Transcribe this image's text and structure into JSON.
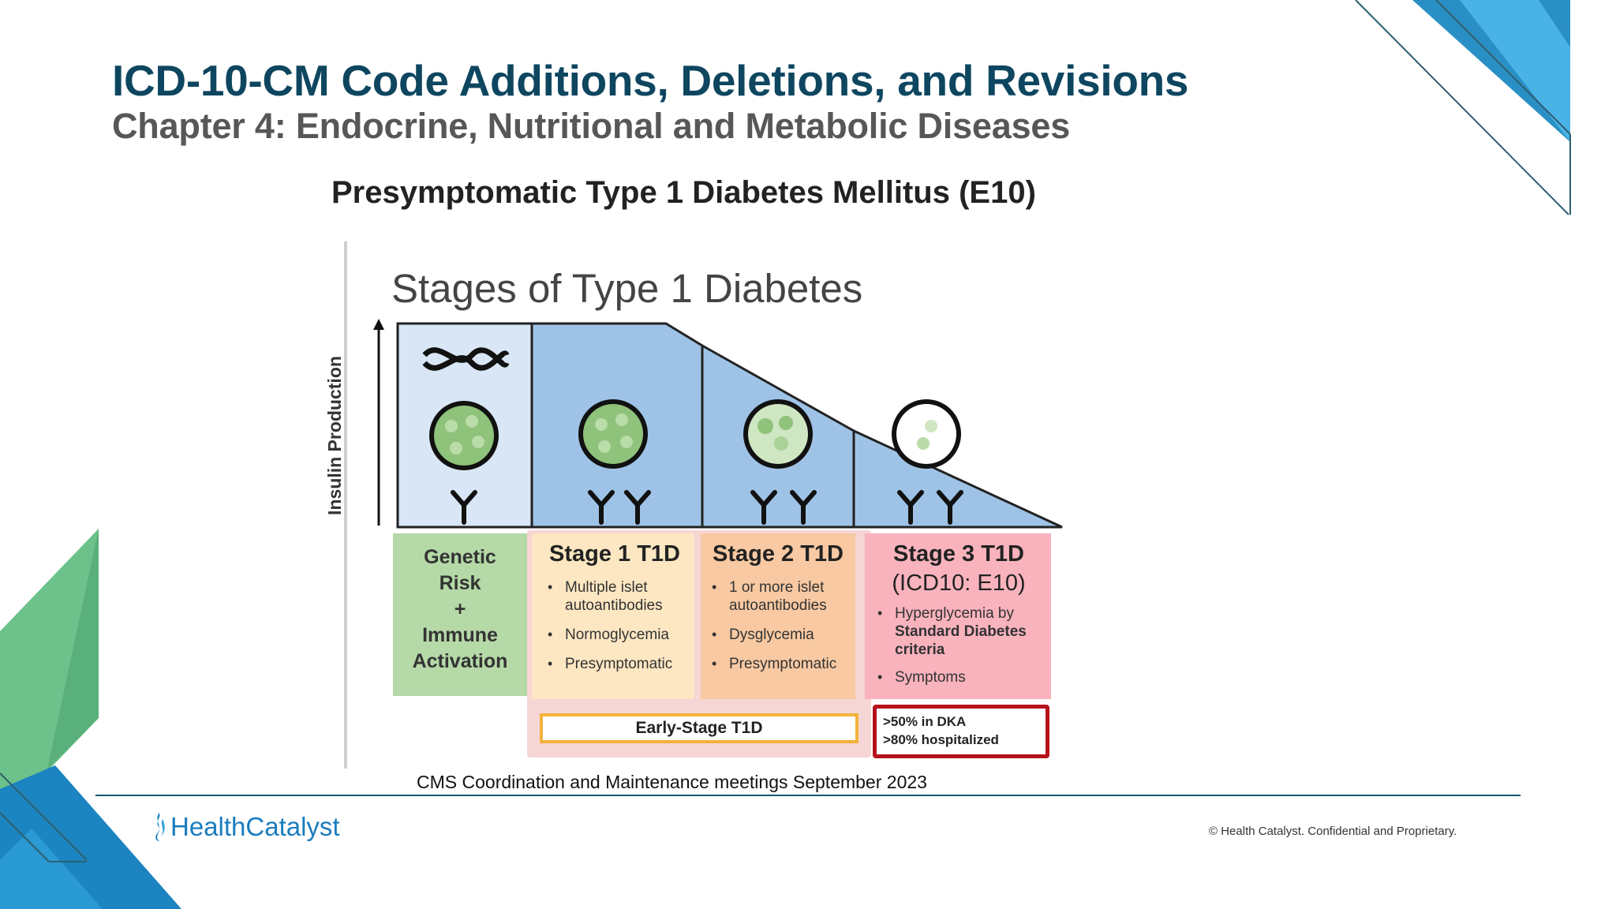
{
  "slide": {
    "title": "ICD-10-CM Code Additions, Deletions, and Revisions",
    "subtitle": "Chapter 4: Endocrine, Nutritional and Metabolic Diseases",
    "diagram_heading": "Presymptomatic Type 1 Diabetes Mellitus (E10)"
  },
  "diagram": {
    "title": "Stages of Type 1 Diabetes",
    "y_axis_label": "Insulin Production",
    "genetic": {
      "text": "Genetic\nRisk\n+\nImmune\nActivation",
      "color": "#b5d9a7"
    },
    "stage1": {
      "title": "Stage 1 T1D",
      "bullets": [
        "Multiple islet autoantibodies",
        "Normoglycemia",
        "Presymptomatic"
      ],
      "color": "#fde7c2"
    },
    "stage2": {
      "title": "Stage 2 T1D",
      "bullets": [
        "1 or more islet autoantibodies",
        "Dysglycemia",
        "Presymptomatic"
      ],
      "color": "#f8c9a2"
    },
    "stage3": {
      "title": "Stage 3 T1D",
      "subtitle": "(ICD10: E10)",
      "bullets": [
        "Hyperglycemia by",
        "Standard Diabetes criteria",
        "Symptoms"
      ],
      "color": "#f9b3bd"
    },
    "early_stage_label": "Early-Stage T1D",
    "dka_lines": [
      ">50% in DKA",
      ">80% hospitalized"
    ],
    "area_colors": {
      "light": "#d8e6f5",
      "mid": "#9ec3e6",
      "stroke": "#222222"
    }
  },
  "footnote": "CMS Coordination and Maintenance meetings September 2023",
  "footer": {
    "brand_a": "Health",
    "brand_b": "Catalyst",
    "copyright": "© Health Catalyst. Confidential and Proprietary.",
    "brand_color": "#1a7cbe",
    "accent_teal": "#0e5a6e",
    "accent_green": "#5cb85c"
  }
}
